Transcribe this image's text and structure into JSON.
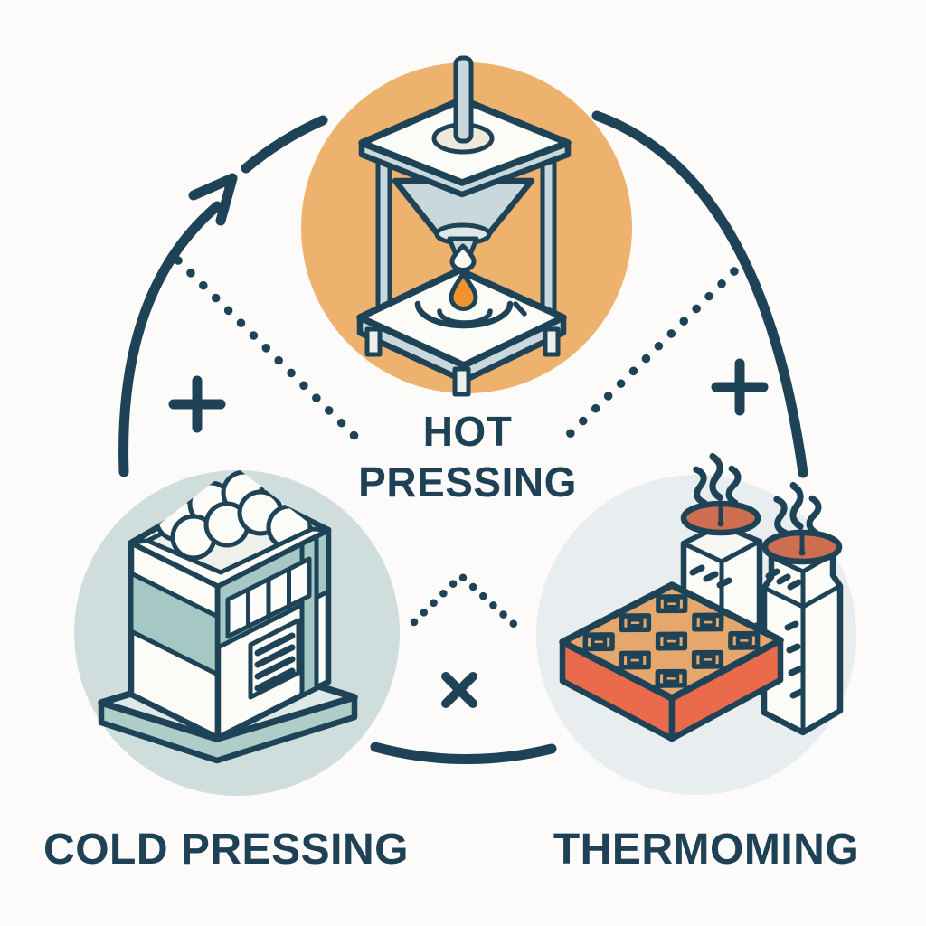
{
  "diagram": {
    "nodes": [
      {
        "id": "hot-pressing",
        "label": "HOT\nPRESSING",
        "icon": "hot-press-machine-icon",
        "circle_color": "#edb26e"
      },
      {
        "id": "cold-pressing",
        "label": "COLD PRESSING",
        "icon": "cold-press-machine-icon",
        "circle_color": "#cfdedd"
      },
      {
        "id": "thermoming",
        "label": "THERMOMING",
        "icon": "thermoforming-mold-icon",
        "circle_color": "#e8edf0"
      }
    ],
    "connectors": {
      "arrow": "curved-arrow-up-right",
      "plus_left": "+",
      "plus_right": "+",
      "multiply": "×",
      "dotted_lines": 3
    },
    "colors": {
      "navy": "#1f4356",
      "text_color": "#1e4155",
      "background": "#fcfbf9",
      "white": "#fbfbf8",
      "steel": "#c9d8dc",
      "grommet": "#efe9db",
      "drop_orange": "#f0932e",
      "teal": "#a5c8c4",
      "platform_teal": "#aecdc9",
      "platform_top": "#dce9e6",
      "block_top": "#e6a76d",
      "block_side": "#e96b4c",
      "heater_cap": "#cd6e50"
    }
  }
}
